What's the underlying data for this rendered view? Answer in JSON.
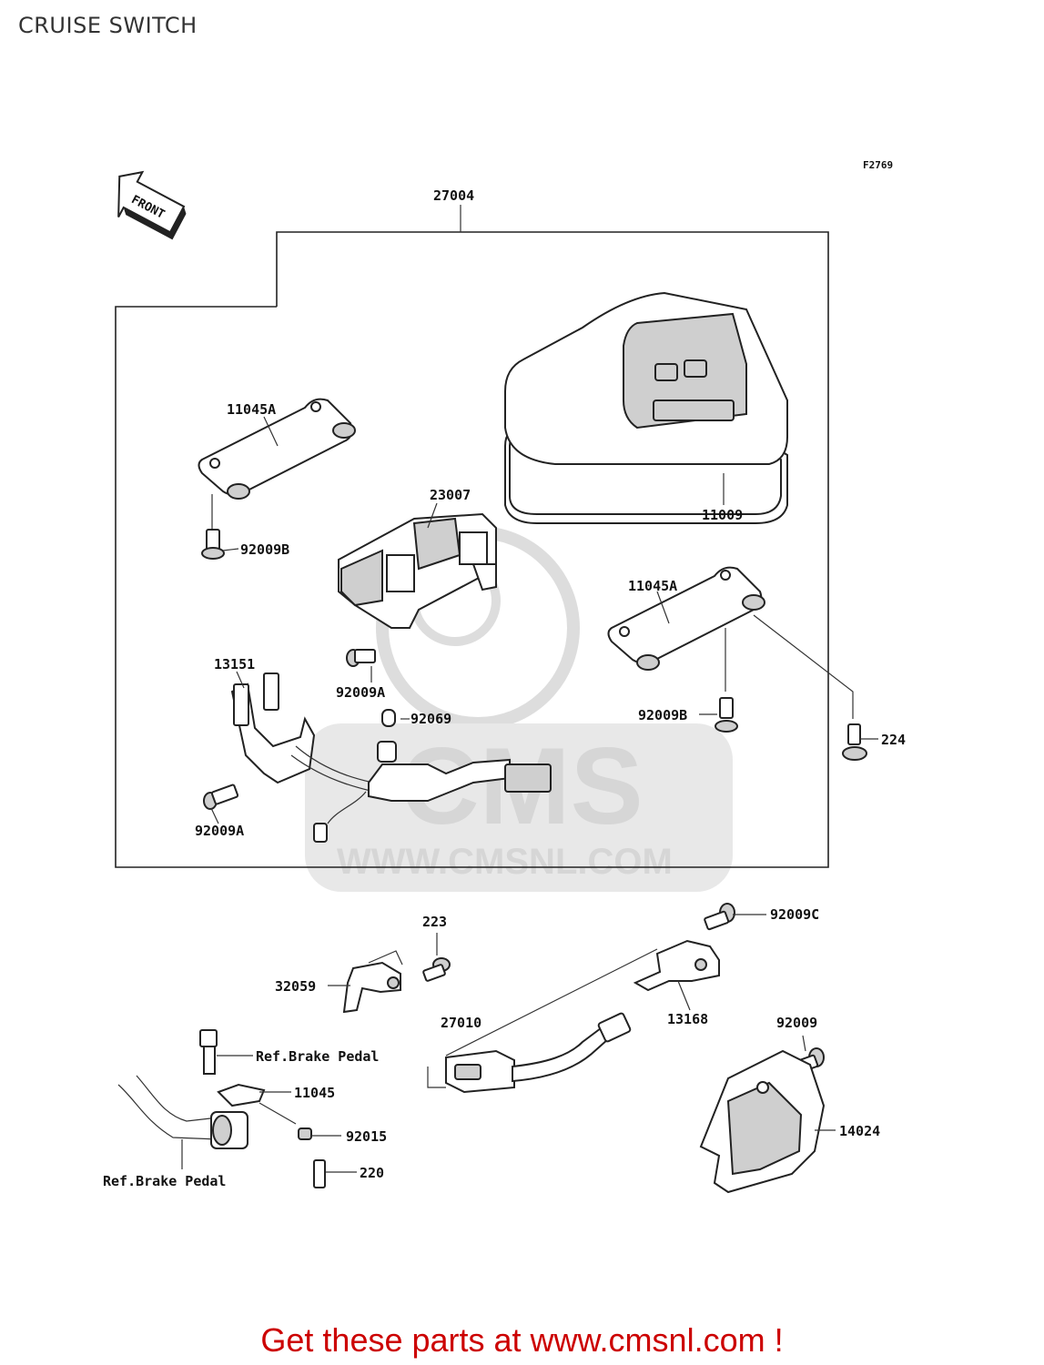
{
  "page_title": "CRUISE SWITCH",
  "figure_code": "F2769",
  "front_label": "FRONT",
  "watermark": {
    "logo_text": "CMS",
    "url_text": "WWW.CMSNL.COM"
  },
  "callouts": {
    "kit_27004": "27004",
    "bracket_11045a_upper": "11045A",
    "cover_11009": "11009",
    "bolt_92009b_left": "92009B",
    "switch_housing_23007": "23007",
    "bracket_11045a_lower": "11045A",
    "harness_13151": "13151",
    "bolt_92009a_mid": "92009A",
    "bolt_92009b_right": "92009B",
    "screw_224": "224",
    "grommet_92069": "92069",
    "bolt_92009a_low": "92009A",
    "bolt_223": "223",
    "bolt_92009c": "92009C",
    "bracket_32059": "32059",
    "bracket_13168": "13168",
    "switch_27010": "27010",
    "bolt_92009": "92009",
    "ref_brake_pedal_upper": "Ref.Brake Pedal",
    "plate_11045": "11045",
    "nut_92015": "92015",
    "cover_14024": "14024",
    "bolt_220": "220",
    "ref_brake_pedal_lower": "Ref.Brake Pedal"
  },
  "banner": "Get these parts at www.cmsnl.com !"
}
